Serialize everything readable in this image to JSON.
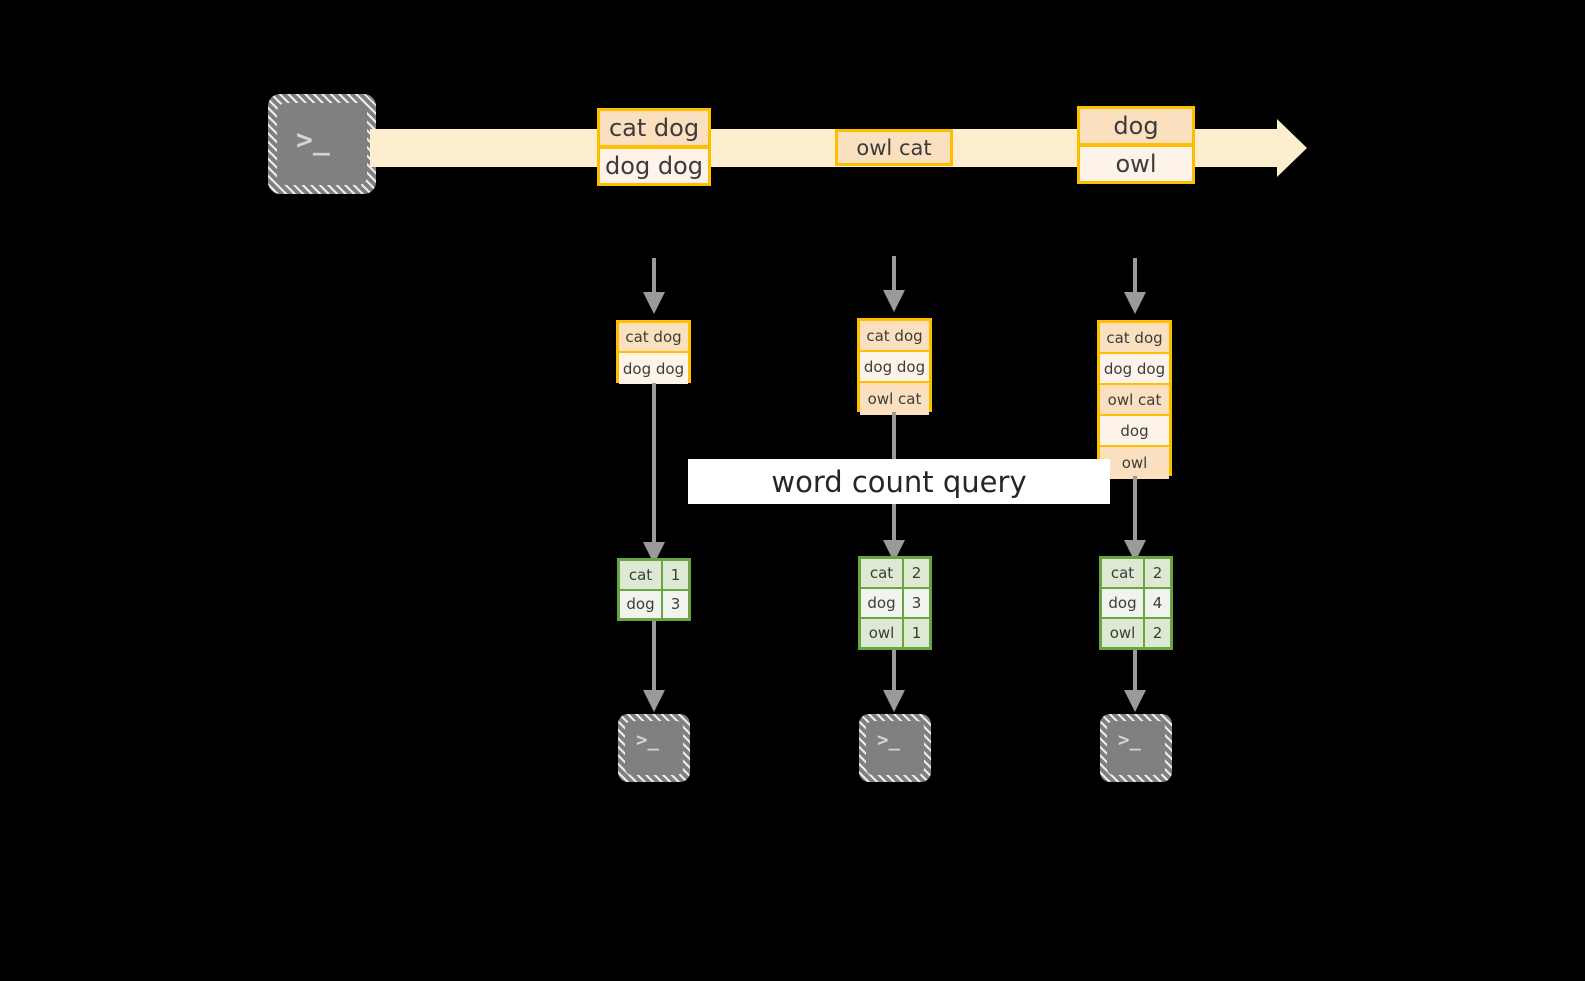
{
  "diagram": {
    "title_label": "word count query",
    "colors": {
      "background": "#000000",
      "event_border": "#ffbf00",
      "event_fill_dark": "#fbe0c0",
      "event_fill_light": "#fdf3e8",
      "stream_fill": "#fdeecd",
      "table_border": "#6aa544",
      "table_fill_dark": "#dee9d3",
      "table_fill_light": "#f0f4ec",
      "arrow_gray": "#9a9a9a",
      "icon_gray": "#808080",
      "label_background": "#ffffff"
    },
    "producer": {
      "icon_name": "terminal-icon",
      "glyph": ">_"
    },
    "stream": {
      "events": [
        {
          "id": "e1",
          "lines": [
            "cat dog",
            "dog dog"
          ]
        },
        {
          "id": "e2",
          "lines": [
            "owl cat"
          ]
        },
        {
          "id": "e3",
          "lines": [
            "dog",
            "owl"
          ]
        }
      ]
    },
    "snapshots": [
      {
        "id": "s1",
        "rows": [
          "cat dog",
          "dog dog"
        ],
        "result": {
          "keys": [
            "cat",
            "dog"
          ],
          "counts": [
            "1",
            "3"
          ]
        },
        "consumer": {
          "icon_name": "terminal-icon",
          "glyph": ">_"
        }
      },
      {
        "id": "s2",
        "rows": [
          "cat dog",
          "dog dog",
          "owl cat"
        ],
        "result": {
          "keys": [
            "cat",
            "dog",
            "owl"
          ],
          "counts": [
            "2",
            "3",
            "1"
          ]
        },
        "consumer": {
          "icon_name": "terminal-icon",
          "glyph": ">_"
        }
      },
      {
        "id": "s3",
        "rows": [
          "cat dog",
          "dog dog",
          "owl cat",
          "dog",
          "owl"
        ],
        "result": {
          "keys": [
            "cat",
            "dog",
            "owl"
          ],
          "counts": [
            "2",
            "4",
            "2"
          ]
        },
        "consumer": {
          "icon_name": "terminal-icon",
          "glyph": ">_"
        }
      }
    ]
  }
}
